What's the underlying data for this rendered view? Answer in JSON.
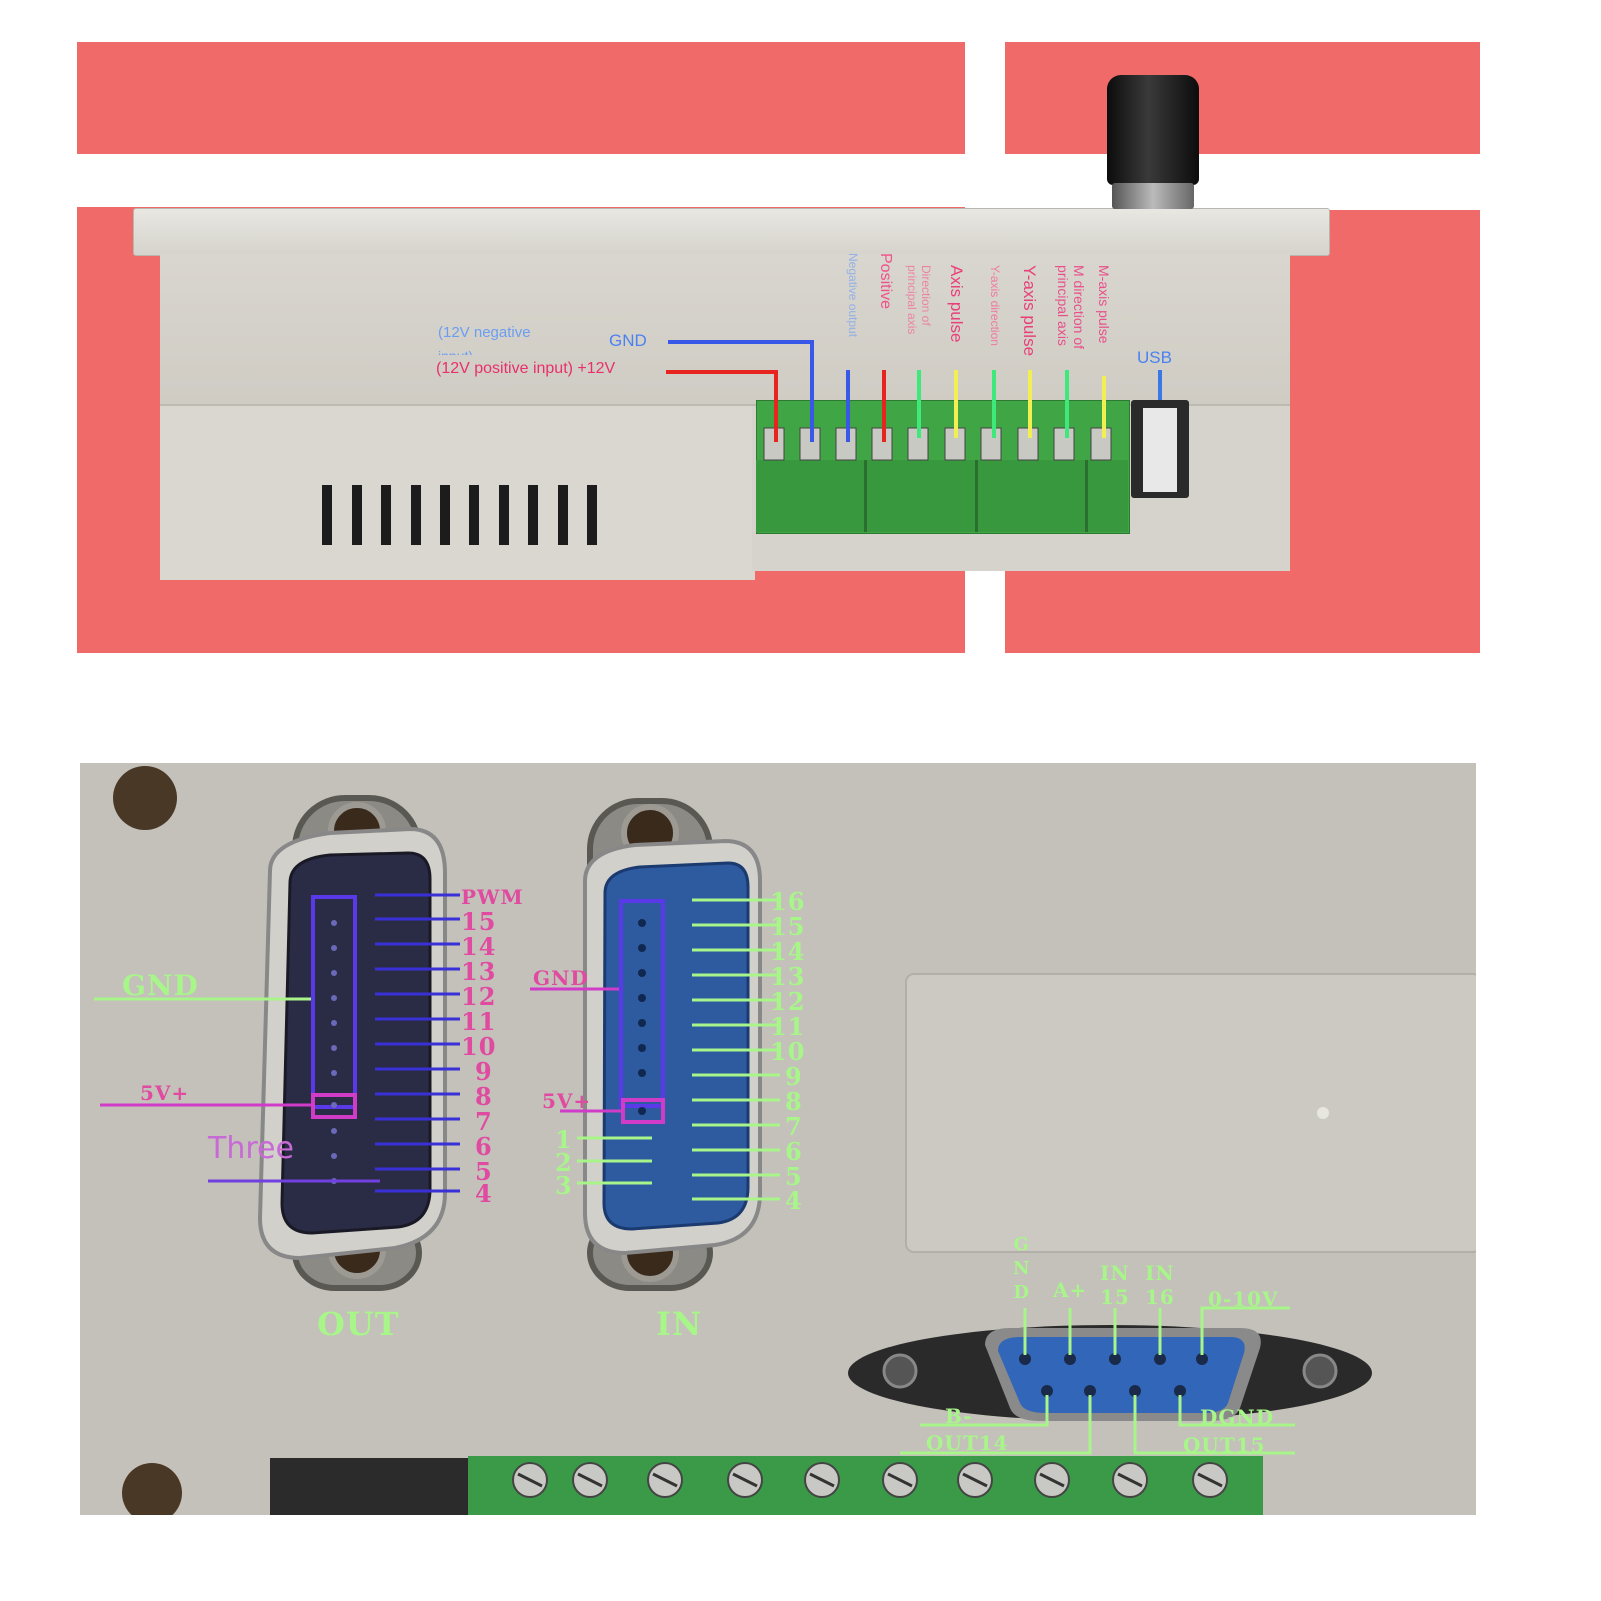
{
  "top_panel": {
    "labels": {
      "power_negative": "(12V negative",
      "power_negative_cut": "input)",
      "power_gnd": "GND",
      "power_positive": "(12V positive input) +12V",
      "usb": "USB"
    },
    "vertical_labels": [
      "Negative output",
      "Positive",
      "Direction of principal axis",
      "Axis pulse",
      "Y-axis direction",
      "Y-axis pulse",
      "M direction of principal axis",
      "M-axis pulse"
    ]
  },
  "bottom_panel": {
    "out_connector": {
      "title": "OUT",
      "pins": [
        "PWM",
        "15",
        "14",
        "13",
        "12",
        "11",
        "10",
        "9",
        "8",
        "7",
        "6",
        "5",
        "4"
      ],
      "gnd_label": "GND",
      "v5_label": "5V+",
      "three_label": "Three"
    },
    "in_connector": {
      "title": "IN",
      "pins": [
        "16",
        "15",
        "14",
        "13",
        "12",
        "11",
        "10",
        "9",
        "8",
        "7",
        "6",
        "5",
        "4"
      ],
      "left_pins": [
        "1",
        "2",
        "3"
      ],
      "gnd_label": "GND",
      "v5_label": "5V+"
    },
    "db9": {
      "top_labels": [
        "G\nN\nD",
        "A+",
        "IN\n15",
        "IN\n16",
        "0-10V"
      ],
      "bottom_labels": [
        "B-",
        "OUT14",
        "OUT15",
        "DGND"
      ]
    }
  },
  "colors": {
    "salmon": "#f06a6a",
    "blue": "#3a58e8",
    "red": "#e8241e",
    "green": "#3ee87a",
    "yellow": "#f3ef52",
    "pink": "#e04aa0",
    "light_green": "#a8f58a",
    "magenta": "#d03cc8"
  }
}
